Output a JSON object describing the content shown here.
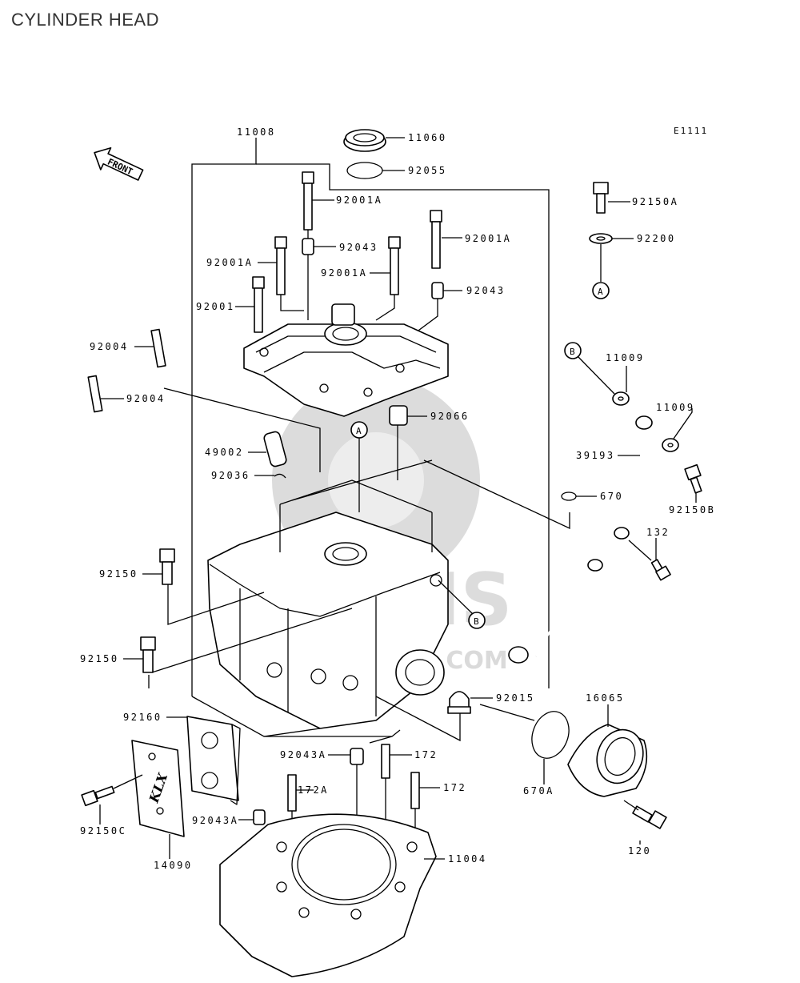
{
  "header": {
    "title": "CYLINDER HEAD",
    "code": "E1111"
  },
  "front_arrow": "FRONT",
  "callout_a": "A",
  "callout_b": "B",
  "watermark": "WWW.CMSNL.COM",
  "labels": {
    "p11008": "11008",
    "p11060": "11060",
    "p92055": "92055",
    "p92001A_1": "92001A",
    "p92043_1": "92043",
    "p92001A_2": "92001A",
    "p92001A_3": "92001A",
    "p92001A_4": "92001A",
    "p92043_2": "92043",
    "p92001": "92001",
    "p92004_1": "92004",
    "p92004_2": "92004",
    "p92150A": "92150A",
    "p92200": "92200",
    "p11009_1": "11009",
    "p11009_2": "11009",
    "p92066": "92066",
    "p49002": "49002",
    "p39193": "39193",
    "p92036": "92036",
    "p92150B": "92150B",
    "p670": "670",
    "p132": "132",
    "p92150_1": "92150",
    "p92150_2": "92150",
    "p92015": "92015",
    "p16065": "16065",
    "p92160": "92160",
    "p92043A_1": "92043A",
    "p172_1": "172",
    "p172A": "172A",
    "p172_2": "172",
    "p670A": "670A",
    "p92150C": "92150C",
    "p92043A_2": "92043A",
    "p11004": "11004",
    "p120": "120",
    "p14090": "14090",
    "klx": "KLX"
  }
}
